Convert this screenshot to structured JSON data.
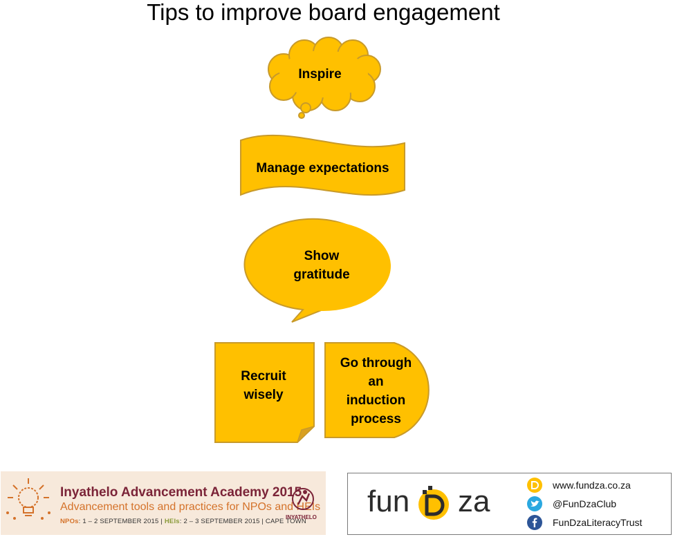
{
  "title": "Tips to improve board engagement",
  "shapes": {
    "inspire": "Inspire",
    "manage": "Manage expectations",
    "show_line1": "Show",
    "show_line2": "gratitude",
    "recruit_line1": "Recruit",
    "recruit_line2": "wisely",
    "induction_line1": "Go through",
    "induction_line2": "an",
    "induction_line3": "induction",
    "induction_line4": "process"
  },
  "colors": {
    "shape_fill": "#ffc000",
    "shape_stroke": "#c89a2a"
  },
  "inyathelo_banner": {
    "title": "Inyathelo Advancement Academy 2015",
    "subtitle": "Advancement tools and practices for NPOs and HEIs",
    "npo_label": "NPOs",
    "npo_dates": ": 1 – 2 SEPTEMBER 2015 |",
    "hei_label": "HEIs",
    "hei_dates": ": 2 – 3 SEPTEMBER 2015 | CAPE TOWN",
    "logo_text": "INYATHELO"
  },
  "fundza_banner": {
    "logo_left": "fun",
    "logo_right": "za",
    "website": "www.fundza.co.za",
    "twitter": "@FunDzaClub",
    "facebook": "FunDzaLiteracyTrust"
  }
}
